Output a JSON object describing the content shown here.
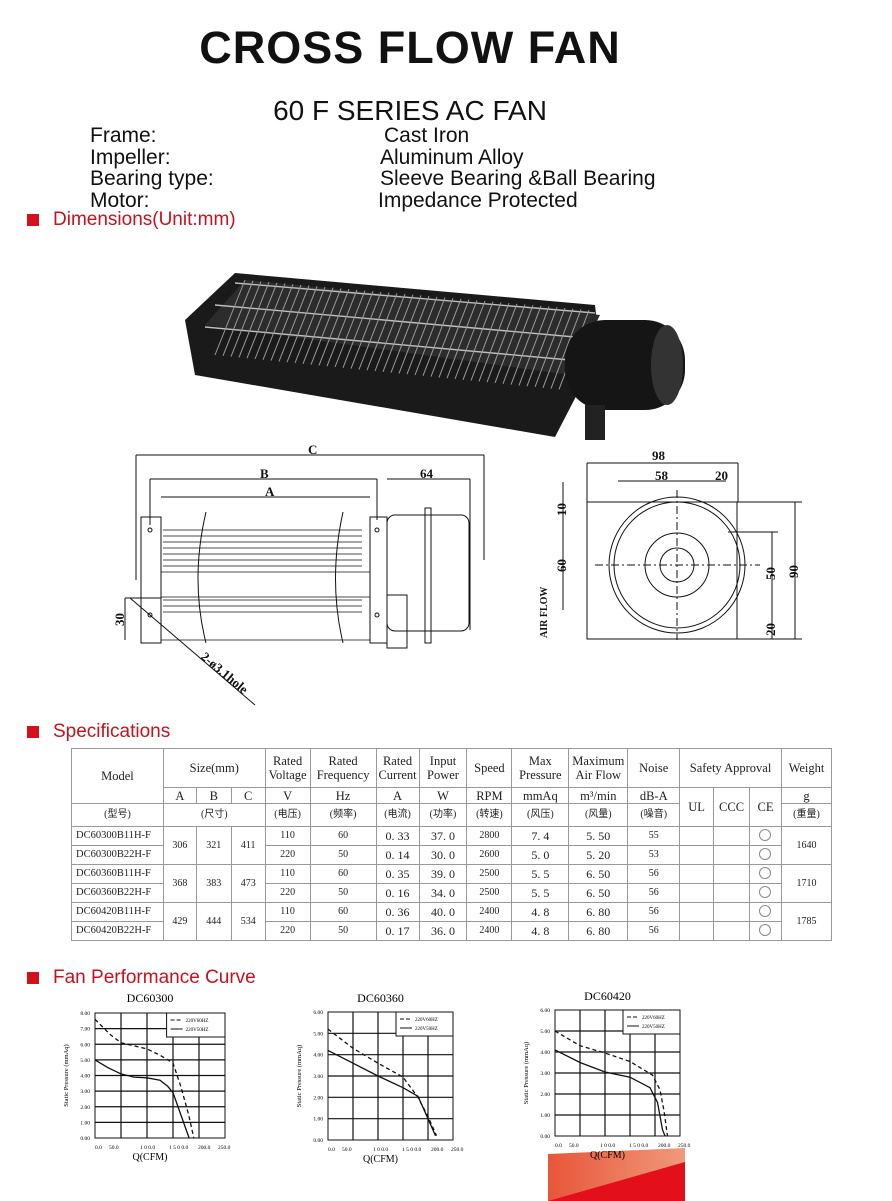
{
  "title": "CROSS FLOW FAN",
  "subtitle": "60 F SERIES AC FAN",
  "features": [
    {
      "label": "Frame:",
      "value": "Cast Iron"
    },
    {
      "label": "Impeller:",
      "value": "Aluminum Alloy"
    },
    {
      "label": "Bearing type:",
      "value": "Sleeve Bearing &Ball Bearing"
    },
    {
      "label": "Motor:",
      "value": "Impedance Protected"
    }
  ],
  "sections": {
    "dimensions": "Dimensions(Unit:mm)",
    "specifications": "Specifications",
    "curve": "Fan Performance Curve"
  },
  "accent_color": "#d4101c",
  "drawing": {
    "side": {
      "c": "C",
      "b": "B",
      "a": "A",
      "motor": "64",
      "height": "30",
      "hole": "2-ø3.1hole"
    },
    "front": {
      "width": "98",
      "hole_span": "58",
      "offset": "20",
      "top": "10",
      "mid": "60",
      "center": "50",
      "bottom": "20",
      "height": "90",
      "airflow": "AIR FLOW"
    }
  },
  "specifications": {
    "headers": {
      "model": "Model",
      "size": "Size(mm)",
      "voltage": "Rated Voltage",
      "frequency": "Rated Frequency",
      "current": "Rated Current",
      "power": "Input Power",
      "speed": "Speed",
      "pressure": "Max Pressure",
      "airflow": "Maximum Air Flow",
      "noise": "Noise",
      "safety": "Safety Approval",
      "weight": "Weight"
    },
    "units": {
      "a": "A",
      "b": "B",
      "c": "C",
      "voltage": "V",
      "frequency": "Hz",
      "current": "A",
      "power": "W",
      "speed": "RPM",
      "pressure": "mmAq",
      "airflow": "m³/min",
      "noise": "dB-A",
      "ul": "UL",
      "ccc": "CCC",
      "ce": "CE",
      "weight": "g"
    },
    "cn": {
      "model": "(型号)",
      "size": "(尺寸)",
      "voltage": "(电压)",
      "frequency": "(频率)",
      "current": "(电流)",
      "power": "(功率)",
      "speed": "(转速)",
      "pressure": "(风压)",
      "airflow": "(风量)",
      "noise": "(噪音)",
      "weight": "(重量)"
    },
    "groups": [
      {
        "a": "306",
        "b": "321",
        "c": "411",
        "weight": "1640",
        "rows": [
          {
            "model": "DC60300B11H-F",
            "v": "110",
            "hz": "60",
            "amp": "0. 33",
            "w": "37. 0",
            "rpm": "2800",
            "p": "7. 4",
            "flow": "5. 50",
            "db": "55",
            "ce": true
          },
          {
            "model": "DC60300B22H-F",
            "v": "220",
            "hz": "50",
            "amp": "0. 14",
            "w": "30. 0",
            "rpm": "2600",
            "p": "5. 0",
            "flow": "5. 20",
            "db": "53",
            "ce": true
          }
        ]
      },
      {
        "a": "368",
        "b": "383",
        "c": "473",
        "weight": "1710",
        "rows": [
          {
            "model": "DC60360B11H-F",
            "v": "110",
            "hz": "60",
            "amp": "0. 35",
            "w": "39. 0",
            "rpm": "2500",
            "p": "5. 5",
            "flow": "6. 50",
            "db": "56",
            "ce": true
          },
          {
            "model": "DC60360B22H-F",
            "v": "220",
            "hz": "50",
            "amp": "0. 16",
            "w": "34. 0",
            "rpm": "2500",
            "p": "5. 5",
            "flow": "6. 50",
            "db": "56",
            "ce": true
          }
        ]
      },
      {
        "a": "429",
        "b": "444",
        "c": "534",
        "weight": "1785",
        "rows": [
          {
            "model": "DC60420B11H-F",
            "v": "110",
            "hz": "60",
            "amp": "0. 36",
            "w": "40. 0",
            "rpm": "2400",
            "p": "4. 8",
            "flow": "6. 80",
            "db": "56",
            "ce": true
          },
          {
            "model": "DC60420B22H-F",
            "v": "220",
            "hz": "50",
            "amp": "0. 17",
            "w": "36. 0",
            "rpm": "2400",
            "p": "4. 8",
            "flow": "6. 80",
            "db": "56",
            "ce": true
          }
        ]
      }
    ]
  },
  "chart_data": [
    {
      "type": "line",
      "title": "DC60300",
      "xlabel": "Q(CFM)",
      "ylabel": "Static Pressure (mmAq)",
      "xlim": [
        0,
        250
      ],
      "ylim": [
        0,
        8
      ],
      "xticks": [
        "0.0",
        "50.0",
        "1 0 0.0",
        "1 5 0 0.0",
        "200.0",
        "250.0"
      ],
      "yticks": [
        "0.00",
        "1.00",
        "2.00",
        "3.00",
        "4.00",
        "5.00",
        "6.00",
        "7.00",
        "8.00"
      ],
      "grid": true,
      "legend": "top-right",
      "series": [
        {
          "name": "220V60HZ",
          "style": "dashed",
          "x": [
            0,
            30,
            50,
            75,
            100,
            125,
            150,
            165,
            180,
            190
          ],
          "y": [
            7.6,
            6.6,
            6.1,
            5.9,
            5.7,
            5.3,
            4.8,
            3.3,
            1.5,
            0
          ]
        },
        {
          "name": "220V50HZ",
          "style": "solid",
          "x": [
            0,
            25,
            50,
            75,
            100,
            125,
            140,
            150,
            165,
            181
          ],
          "y": [
            5.0,
            4.5,
            4.1,
            3.9,
            3.85,
            3.7,
            3.3,
            2.9,
            1.5,
            0
          ]
        }
      ]
    },
    {
      "type": "line",
      "title": "DC60360",
      "xlabel": "Q(CFM)",
      "ylabel": "Static Pressure (mmAq)",
      "xlim": [
        0,
        250
      ],
      "ylim": [
        0,
        6
      ],
      "xticks": [
        "0.0",
        "50.0",
        "1 0 0.0",
        "1 5 0 0.0",
        "200.0",
        "250.0"
      ],
      "yticks": [
        "0.00",
        "1.00",
        "2.00",
        "3.00",
        "4.00",
        "5.00",
        "6.00"
      ],
      "grid": true,
      "legend": "top-right",
      "series": [
        {
          "name": "220V60HZ",
          "style": "dashed",
          "x": [
            0,
            50,
            100,
            150,
            180,
            200,
            217
          ],
          "y": [
            5.2,
            4.3,
            3.6,
            2.95,
            2.0,
            1.1,
            0.2
          ]
        },
        {
          "name": "220V50HZ",
          "style": "solid",
          "x": [
            0,
            50,
            100,
            150,
            180,
            200,
            215
          ],
          "y": [
            4.2,
            3.6,
            3.0,
            2.45,
            2.05,
            1.0,
            0.2
          ]
        }
      ]
    },
    {
      "type": "line",
      "title": "DC60420",
      "xlabel": "Q(CFM)",
      "ylabel": "Static Pressure (mmAq)",
      "xlim": [
        0,
        250
      ],
      "ylim": [
        0,
        6
      ],
      "xticks": [
        "0.0",
        "50.0",
        "1 0 0.0",
        "1 5 0 0.0",
        "200.0",
        "250.0"
      ],
      "yticks": [
        "0.00",
        "1.00",
        "2.00",
        "3.00",
        "4.00",
        "5.00",
        "6.00"
      ],
      "grid": true,
      "legend": "top-right",
      "series": [
        {
          "name": "220V60HZ",
          "style": "dashed",
          "x": [
            0,
            50,
            100,
            150,
            195,
            210,
            218,
            225
          ],
          "y": [
            5.0,
            4.3,
            3.95,
            3.55,
            2.9,
            2.2,
            1.2,
            0
          ]
        },
        {
          "name": "220V50HZ",
          "style": "solid",
          "x": [
            0,
            50,
            100,
            150,
            190,
            205,
            215,
            220
          ],
          "y": [
            4.1,
            3.5,
            3.05,
            2.8,
            2.3,
            1.6,
            0.3,
            0
          ]
        }
      ]
    }
  ]
}
